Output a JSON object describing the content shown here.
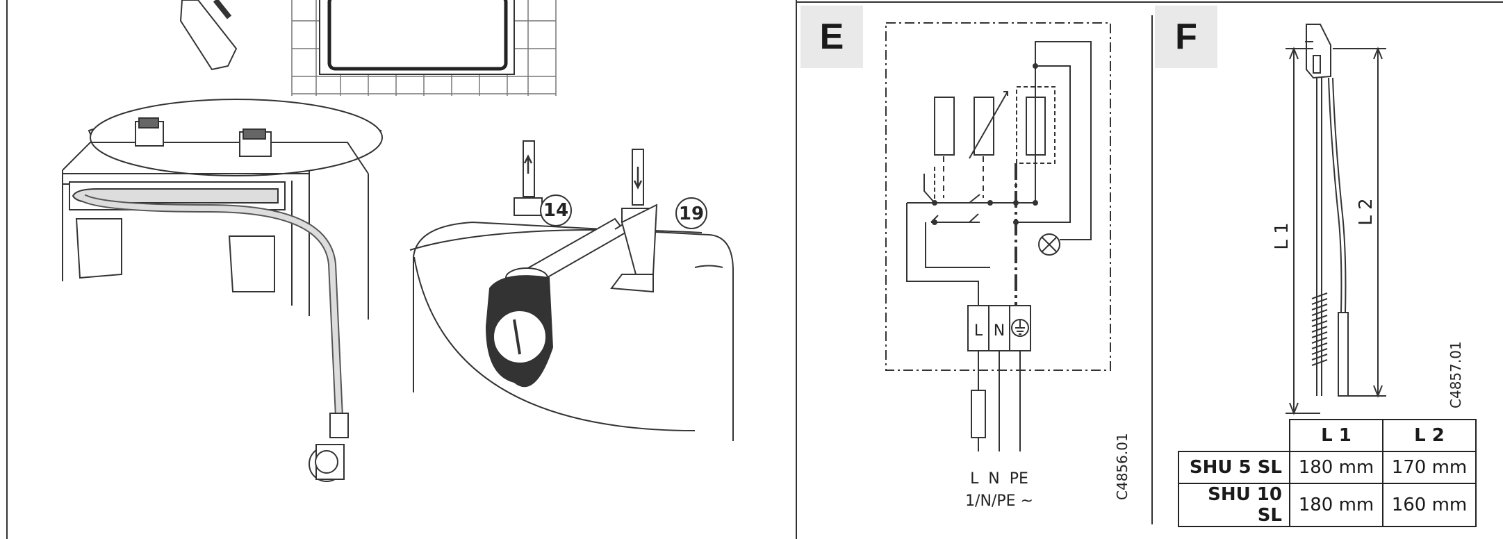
{
  "panel_e": {
    "letter": "E",
    "terminals": [
      "L",
      "N"
    ],
    "supply_labels": "L  N  PE",
    "supply_spec": "1/N/PE ~",
    "figure_code": "C4856.01"
  },
  "panel_f": {
    "letter": "F",
    "dim_l1": "L 1",
    "dim_l2": "L 2",
    "figure_code": "C4857.01",
    "table": {
      "headers": [
        "L 1",
        "L 2"
      ],
      "rows": [
        {
          "model": "SHU 5 SL",
          "l1": "180 mm",
          "l2": "170 mm"
        },
        {
          "model": "SHU 10 SL",
          "l1": "180 mm",
          "l2": "160 mm"
        }
      ]
    }
  },
  "install_figure": {
    "callouts": [
      "14",
      "19"
    ]
  }
}
